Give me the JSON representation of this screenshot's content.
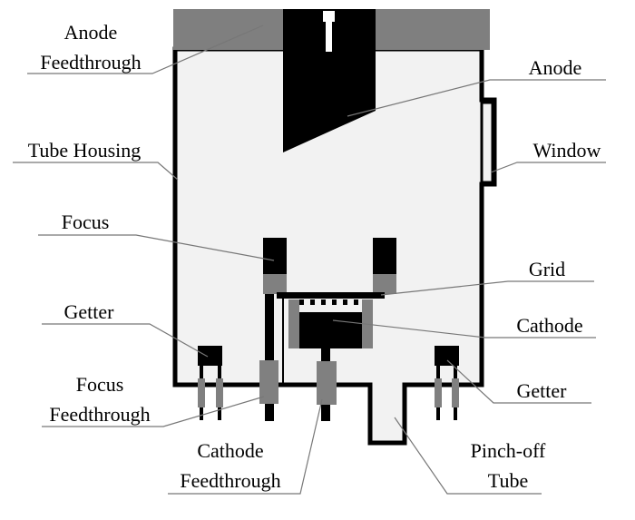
{
  "labels": {
    "anode_feedthrough_1": "Anode",
    "anode_feedthrough_2": "Feedthrough",
    "anode": "Anode",
    "tube_housing": "Tube Housing",
    "window": "Window",
    "focus": "Focus",
    "grid": "Grid",
    "getter_left": "Getter",
    "cathode": "Cathode",
    "focus_feedthrough_1": "Focus",
    "focus_feedthrough_2": "Feedthrough",
    "getter_right": "Getter",
    "cathode_feedthrough_1": "Cathode",
    "cathode_feedthrough_2": "Feedthrough",
    "pinch_off_1": "Pinch-off",
    "pinch_off_2": "Tube"
  },
  "colors": {
    "housing_fill": "#f2f2f2",
    "outline": "#000000",
    "flange": "#7f7f7f",
    "insulator": "#808080",
    "leader": "#777777"
  }
}
